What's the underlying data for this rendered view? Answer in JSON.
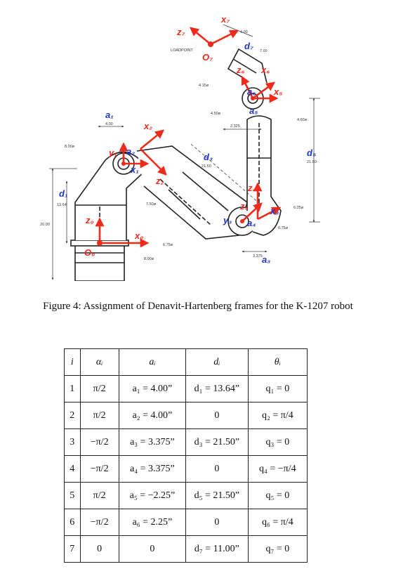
{
  "figure": {
    "point_labels": {
      "o7": "O₇",
      "o0": "O₀"
    },
    "axis_labels": {
      "x7": "x₇",
      "z7": "z₇",
      "d7": "d₇",
      "z6": "z₆",
      "x6": "x₆",
      "a6": "a₆",
      "x5": "x₅",
      "a5": "a₅",
      "d5": "d₅",
      "a1": "a₁",
      "y1": "y₁",
      "a2": "a₂",
      "x2": "x₂",
      "x1": "x₁",
      "z2": "z₂",
      "d3": "d₃",
      "z4": "z₄",
      "z5": "z₅",
      "x3": "x₃",
      "y3": "y₃",
      "a4": "a₄",
      "d1": "d₁",
      "z0": "z₀",
      "x0": "x₀",
      "a3": "a₃"
    },
    "dimensions": {
      "top_400": "4.00",
      "top_700": "7.00",
      "loadpoint": "LOADPOINT",
      "dia_415": "4.15ø",
      "dia_450": "4.50ø",
      "dia_460": "4.60ø",
      "len_2325": "2.325",
      "len_2150_right": "21.50",
      "a1_400": "4.00",
      "dia_800_left": "8.00ø",
      "len_2150_mid": "21.50",
      "dia_750": "7.50ø",
      "len_1364": "13.64",
      "len_2000": "20.00",
      "dia_625": "6.25ø",
      "dia_675": "6.75ø",
      "len_3375": "3.375",
      "dia_675_lower": "6.75ø",
      "dia_800_lower": "8.00ø"
    }
  },
  "caption": "Figure 4: Assignment of Denavit-Hartenberg frames for the K-1207 robot",
  "table": {
    "headers": [
      "i",
      "αᵢ",
      "aᵢ",
      "dᵢ",
      "θᵢ"
    ],
    "rows": [
      [
        "1",
        "π/2",
        "a₁ = 4.00”",
        "d₁ = 13.64”",
        "q₁ = 0"
      ],
      [
        "2",
        "π/2",
        "a₂ = 4.00”",
        "0",
        "q₂ = π/4"
      ],
      [
        "3",
        "−π/2",
        "a₃ = 3.375”",
        "d₃ = 21.50”",
        "q₃ = 0"
      ],
      [
        "4",
        "−π/2",
        "a₄ = 3.375”",
        "0",
        "q₄ = −π/4"
      ],
      [
        "5",
        "π/2",
        "a₅ = −2.25”",
        "d₅ = 21.50”",
        "q₅ = 0"
      ],
      [
        "6",
        "−π/2",
        "a₆ = 2.25”",
        "0",
        "q₆ = π/4"
      ],
      [
        "7",
        "0",
        "0",
        "d₇ = 11.00”",
        "q₇ = 0"
      ]
    ]
  },
  "colors": {
    "axis_red": "#ee2b1b",
    "label_blue": "#1f36c8",
    "line": "#222222"
  }
}
